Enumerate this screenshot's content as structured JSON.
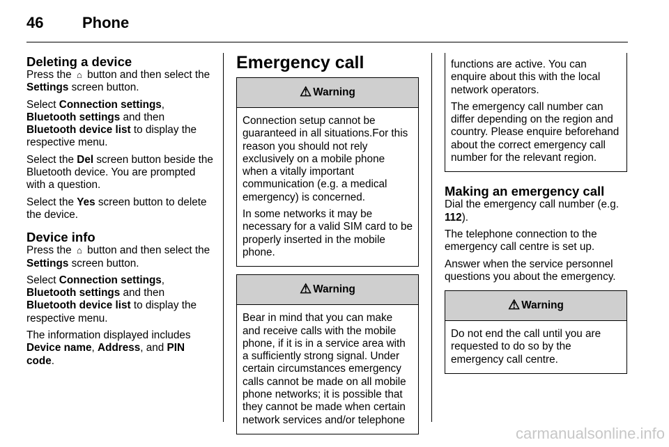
{
  "header": {
    "page_number": "46",
    "title": "Phone"
  },
  "col1": {
    "deleting": {
      "heading": "Deleting a device",
      "p1_a": "Press the",
      "p1_b": "button and then select the",
      "p1_c": "Settings",
      "p1_d": "screen button.",
      "p2_a": "Select",
      "p2_b": "Connection settings",
      "p2_c": ",",
      "p2_d": "Bluetooth settings",
      "p2_e": "and then",
      "p2_f": "Bluetooth device list",
      "p2_g": "to display the respective menu.",
      "p3_a": "Select the",
      "p3_b": "Del",
      "p3_c": "screen button beside the Bluetooth device. You are prompted with a question.",
      "p4_a": "Select the",
      "p4_b": "Yes",
      "p4_c": "screen button to delete the device."
    },
    "device_info": {
      "heading": "Device info",
      "p1_a": "Press the",
      "p1_b": "button and then select the",
      "p1_c": "Settings",
      "p1_d": "screen button.",
      "p2_a": "Select",
      "p2_b": "Connection settings",
      "p2_c": ",",
      "p2_d": "Bluetooth settings",
      "p2_e": "and then",
      "p2_f": "Bluetooth device list",
      "p2_g": "to display the respective menu.",
      "p3_a": "The information displayed includes",
      "p3_b": "Device name",
      "p3_c": ",",
      "p3_d": "Address",
      "p3_e": ", and",
      "p3_f": "PIN code",
      "p3_g": "."
    },
    "icon": "home-icon"
  },
  "col2": {
    "heading": "Emergency call",
    "warning1": {
      "label": "Warning",
      "p1": "Connection setup cannot be guaranteed in all situations.For this reason you should not rely exclusively on a mobile phone when a vitally important communication (e.g. a medical emergency) is concerned.",
      "p2": "In some networks it may be necessary for a valid SIM card to be properly inserted in the mobile phone."
    },
    "warning2": {
      "label": "Warning",
      "p1": "Bear in mind that you can make and receive calls with the mobile phone, if it is in a service area with a sufficiently strong signal. Under certain circumstances emergency calls cannot be made on all mobile phone networks; it is possible that they cannot be made when certain network services and/or telephone"
    }
  },
  "col3": {
    "cont": {
      "p1": "functions are active. You can enquire about this with the local network operators.",
      "p2": "The emergency call number can differ depending on the region and country. Please enquire beforehand about the correct emergency call number for the relevant region."
    },
    "making": {
      "heading": "Making an emergency call",
      "p1_a": "Dial the emergency call number (e.g.",
      "p1_b": "112",
      "p1_c": ").",
      "p2": "The telephone connection to the emergency call centre is set up.",
      "p3": "Answer when the service personnel questions you about the emergency."
    },
    "warning3": {
      "label": "Warning",
      "p1": "Do not end the call until you are requested to do so by the emergency call centre."
    }
  },
  "watermark": "carmanualsonline.info"
}
